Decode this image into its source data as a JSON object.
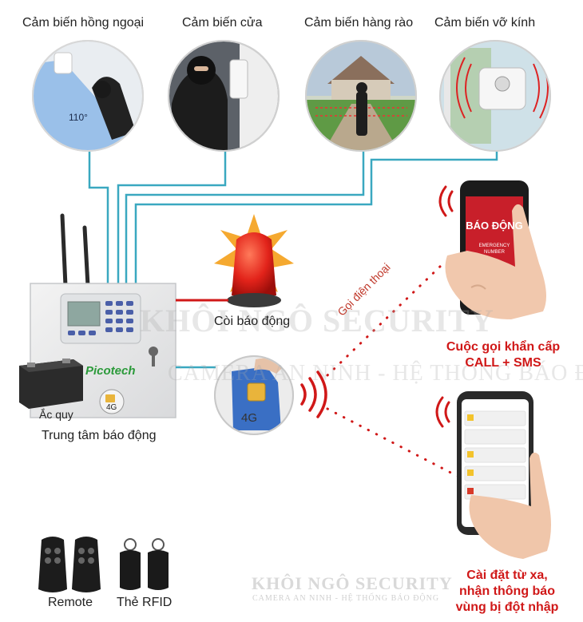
{
  "sensors": [
    {
      "label": "Cảm biến hồng ngoại",
      "badge": "110°"
    },
    {
      "label": "Cảm biến cửa"
    },
    {
      "label": "Cảm biến hàng rào"
    },
    {
      "label": "Cảm biến vỡ kính"
    }
  ],
  "siren": {
    "label": "Còi báo động"
  },
  "call_link": {
    "label": "Gọi điện thoại"
  },
  "phone_call": {
    "screen_title": "BÁO ĐỘNG",
    "screen_sub": "EMERGENCY NUMBER",
    "caption_line1": "Cuộc gọi khẩn cấp",
    "caption_line2": "CALL + SMS"
  },
  "phone_app": {
    "caption_line1": "Cài đặt từ xa,",
    "caption_line2": "nhận thông báo",
    "caption_line3": "vùng bị đột nhập"
  },
  "control_panel": {
    "brand": "Picotech",
    "sim_badge": "4G",
    "label": "Trung tâm báo động"
  },
  "battery": {
    "label": "Ắc quy"
  },
  "sim_card": {
    "label": "4G"
  },
  "accessories": {
    "remote_label": "Remote",
    "rfid_label": "Thẻ RFID"
  },
  "watermark": {
    "brand": "KHÔI NGÔ SECURITY",
    "tagline": "CAMERA AN NINH - HỆ THỐNG BÁO ĐỘNG"
  },
  "colors": {
    "wire": "#3aa8c0",
    "alert": "#d01818",
    "siren": "#e8321e",
    "brand_green": "#2b9a3a"
  }
}
